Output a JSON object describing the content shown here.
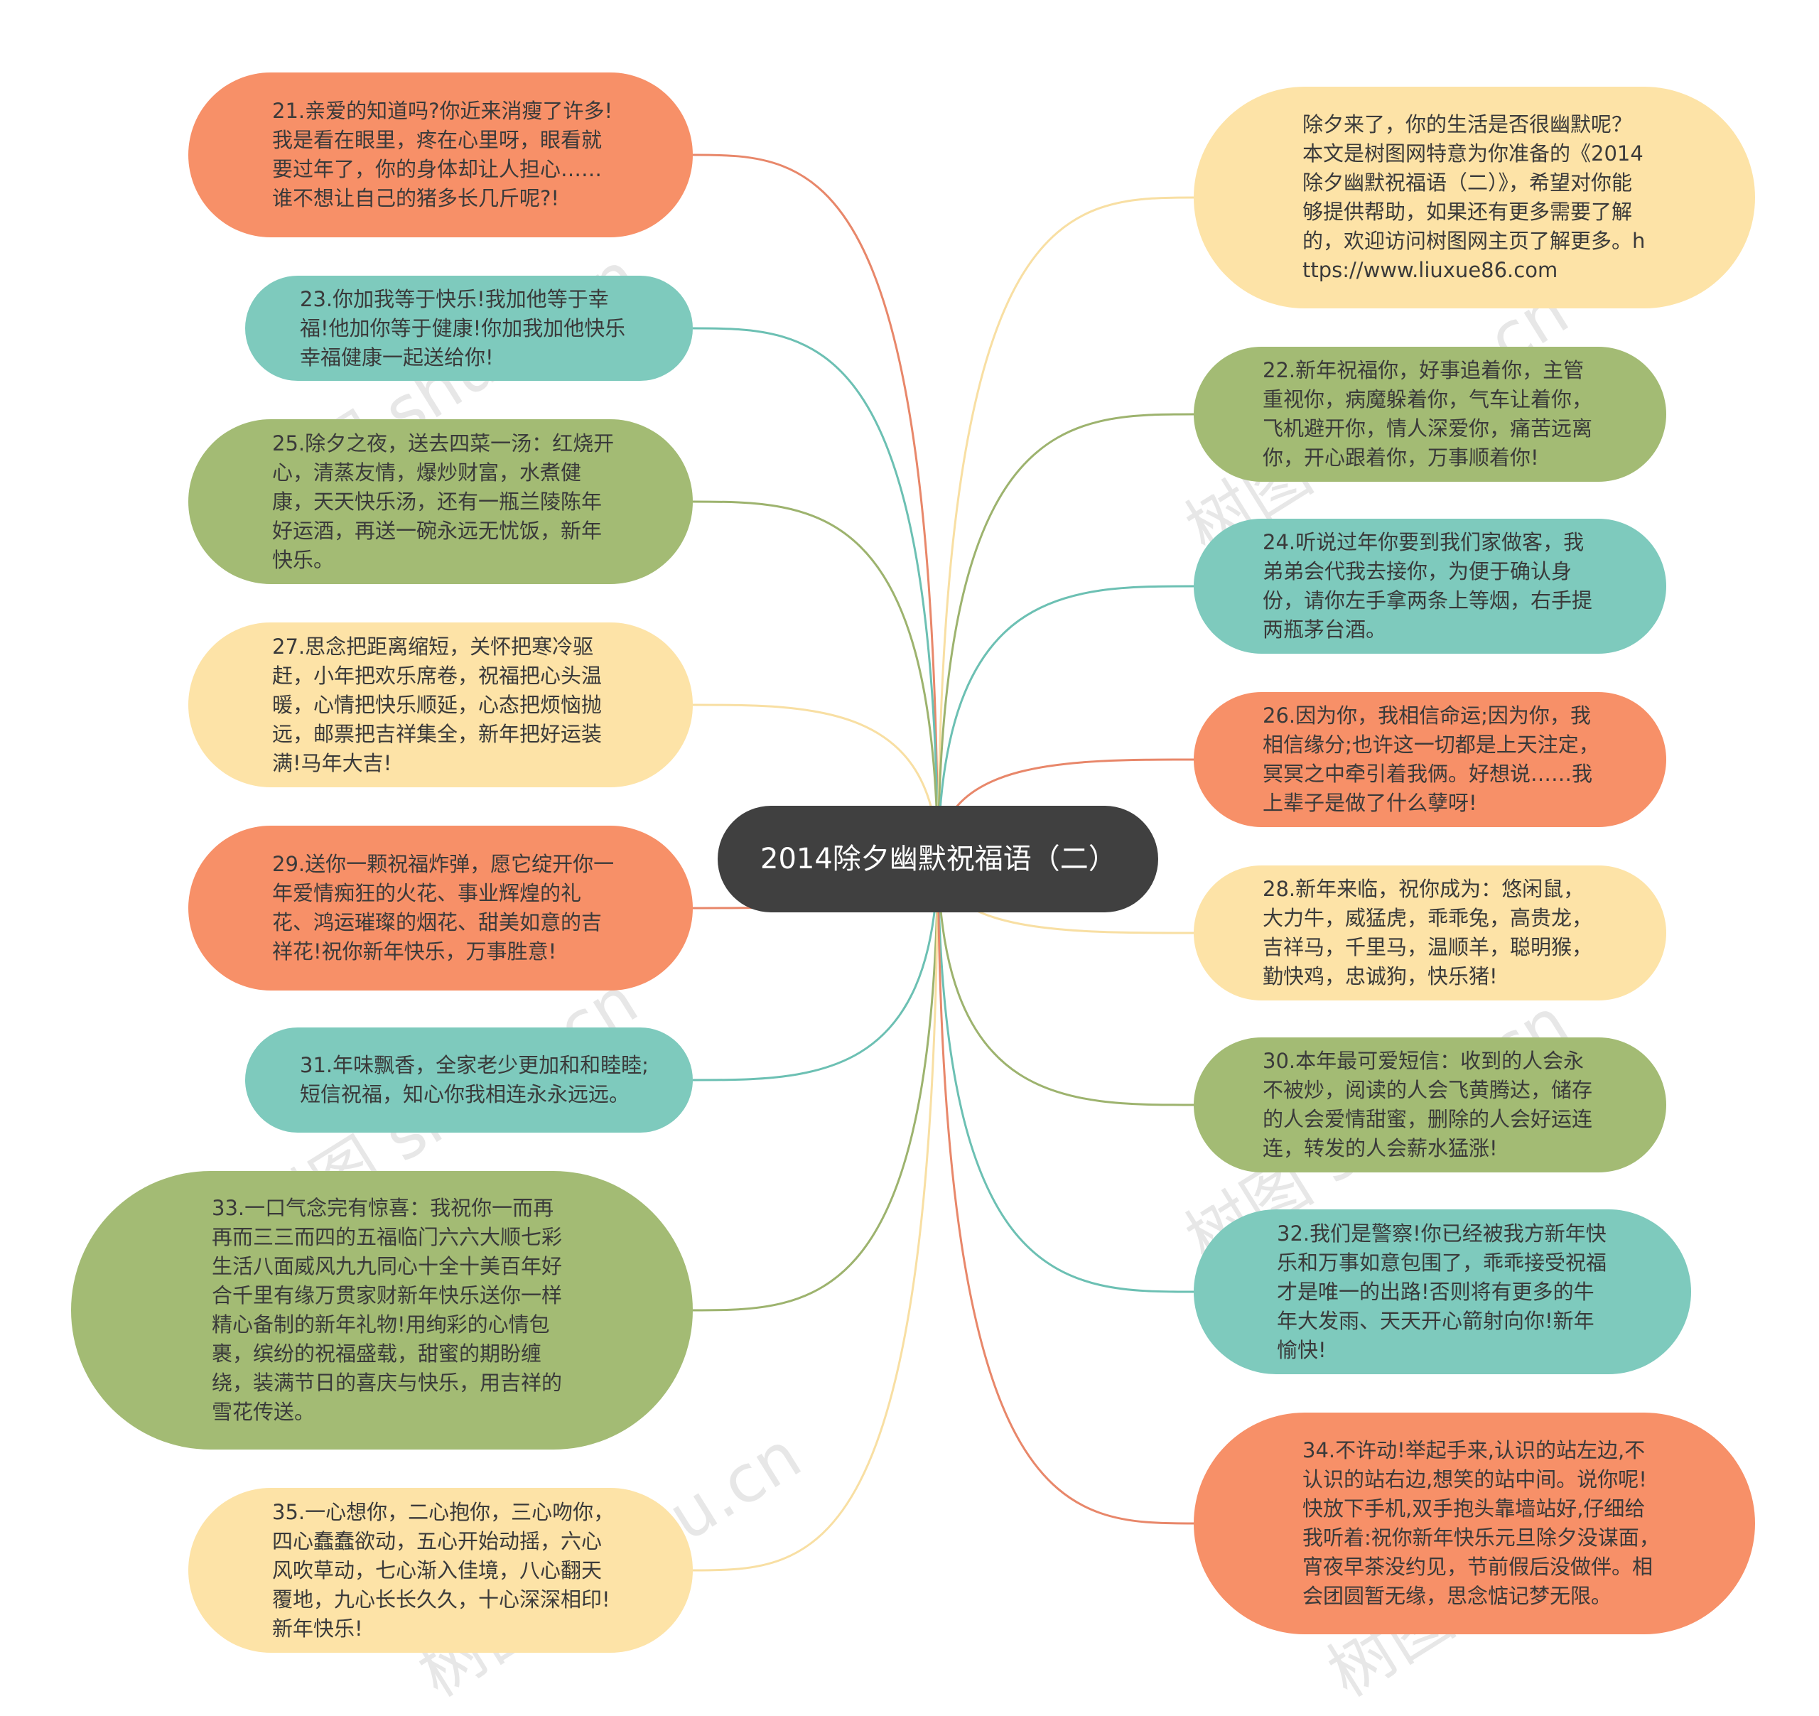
{
  "root": {
    "text": "2014除夕幽默祝福语（二）"
  },
  "colors": {
    "orange": "#F79068",
    "teal": "#7ECABD",
    "green": "#A3BB74",
    "yellow": "#FDE3A7",
    "root": "#404040"
  },
  "watermark": "树图 shutu.cn",
  "nodes": [
    {
      "id": "n21",
      "side": "left",
      "color": "orange",
      "text": "21.亲爱的知道吗?你近来消瘦了许多!我是看在眼里，疼在心里呀，眼看就要过年了，你的身体却让人担心……谁不想让自己的猪多长几斤呢?!"
    },
    {
      "id": "n23",
      "side": "left",
      "color": "teal",
      "text": "23.你加我等于快乐!我加他等于幸福!他加你等于健康!你加我加他快乐幸福健康一起送给你!"
    },
    {
      "id": "n25",
      "side": "left",
      "color": "green",
      "text": "25.除夕之夜，送去四菜一汤：红烧开心，清蒸友情，爆炒财富，水煮健康，天天快乐汤，还有一瓶兰陵陈年好运酒，再送一碗永远无忧饭，新年快乐。"
    },
    {
      "id": "n27",
      "side": "left",
      "color": "yellow",
      "text": "27.思念把距离缩短，关怀把寒冷驱赶，小年把欢乐席卷，祝福把心头温暖，心情把快乐顺延，心态把烦恼抛远，邮票把吉祥集全，新年把好运装满!马年大吉!"
    },
    {
      "id": "n29",
      "side": "left",
      "color": "orange",
      "text": "29.送你一颗祝福炸弹，愿它绽开你一年爱情痴狂的火花、事业辉煌的礼花、鸿运璀璨的烟花、甜美如意的吉祥花!祝你新年快乐，万事胜意!"
    },
    {
      "id": "n31",
      "side": "left",
      "color": "teal",
      "text": "31.年味飘香，全家老少更加和和睦睦;短信祝福，知心你我相连永永远远。"
    },
    {
      "id": "n33",
      "side": "left",
      "color": "green",
      "text": "33.一口气念完有惊喜：我祝你一而再再而三三而四的五福临门六六大顺七彩生活八面威风九九同心十全十美百年好合千里有缘万贯家财新年快乐送你一样精心备制的新年礼物!用绚彩的心情包裹，缤纷的祝福盛载，甜蜜的期盼缠绕，装满节日的喜庆与快乐，用吉祥的雪花传送。"
    },
    {
      "id": "n35",
      "side": "left",
      "color": "yellow",
      "text": "35.一心想你，二心抱你，三心吻你，四心蠢蠢欲动，五心开始动摇，六心风吹草动，七心渐入佳境，八心翻天覆地，九心长长久久，十心深深相印!新年快乐!"
    },
    {
      "id": "nintro",
      "side": "right",
      "color": "yellow",
      "text": "除夕来了，你的生活是否很幽默呢？本文是树图网特意为你准备的《2014除夕幽默祝福语（二）》，希望对你能够提供帮助，如果还有更多需要了解的，欢迎访问树图网主页了解更多。https://www.liuxue86.com"
    },
    {
      "id": "n22",
      "side": "right",
      "color": "green",
      "text": "22.新年祝福你，好事追着你，主管重视你，病魔躲着你，气车让着你，飞机避开你，情人深爱你，痛苦远离你，开心跟着你，万事顺着你!"
    },
    {
      "id": "n24",
      "side": "right",
      "color": "teal",
      "text": "24.听说过年你要到我们家做客，我弟弟会代我去接你，为便于确认身份，请你左手拿两条上等烟，右手提两瓶茅台酒。"
    },
    {
      "id": "n26",
      "side": "right",
      "color": "orange",
      "text": "26.因为你，我相信命运;因为你，我相信缘分;也许这一切都是上天注定，冥冥之中牵引着我俩。好想说……我上辈子是做了什么孽呀!"
    },
    {
      "id": "n28",
      "side": "right",
      "color": "yellow",
      "text": "28.新年来临，祝你成为：悠闲鼠，大力牛，威猛虎，乖乖兔，高贵龙，吉祥马，千里马，温顺羊，聪明猴，勤快鸡，忠诚狗，快乐猪!"
    },
    {
      "id": "n30",
      "side": "right",
      "color": "green",
      "text": "30.本年最可爱短信：收到的人会永不被炒，阅读的人会飞黄腾达，储存的人会爱情甜蜜，删除的人会好运连连，转发的人会薪水猛涨!"
    },
    {
      "id": "n32",
      "side": "right",
      "color": "teal",
      "text": "32.我们是警察!你已经被我方新年快乐和万事如意包围了，乖乖接受祝福才是唯一的出路!否则将有更多的牛年大发雨、天天开心箭射向你!新年愉快!"
    },
    {
      "id": "n34",
      "side": "right",
      "color": "orange",
      "text": "34.不许动!举起手来,认识的站左边,不认识的站右边,想笑的站中间。说你呢!快放下手机,双手抱头靠墙站好,仔细给我听着:祝你新年快乐元旦除夕没谋面，宵夜早茶没约见，节前假后没做伴。相会团圆暂无缘，思念惦记梦无限。"
    }
  ]
}
